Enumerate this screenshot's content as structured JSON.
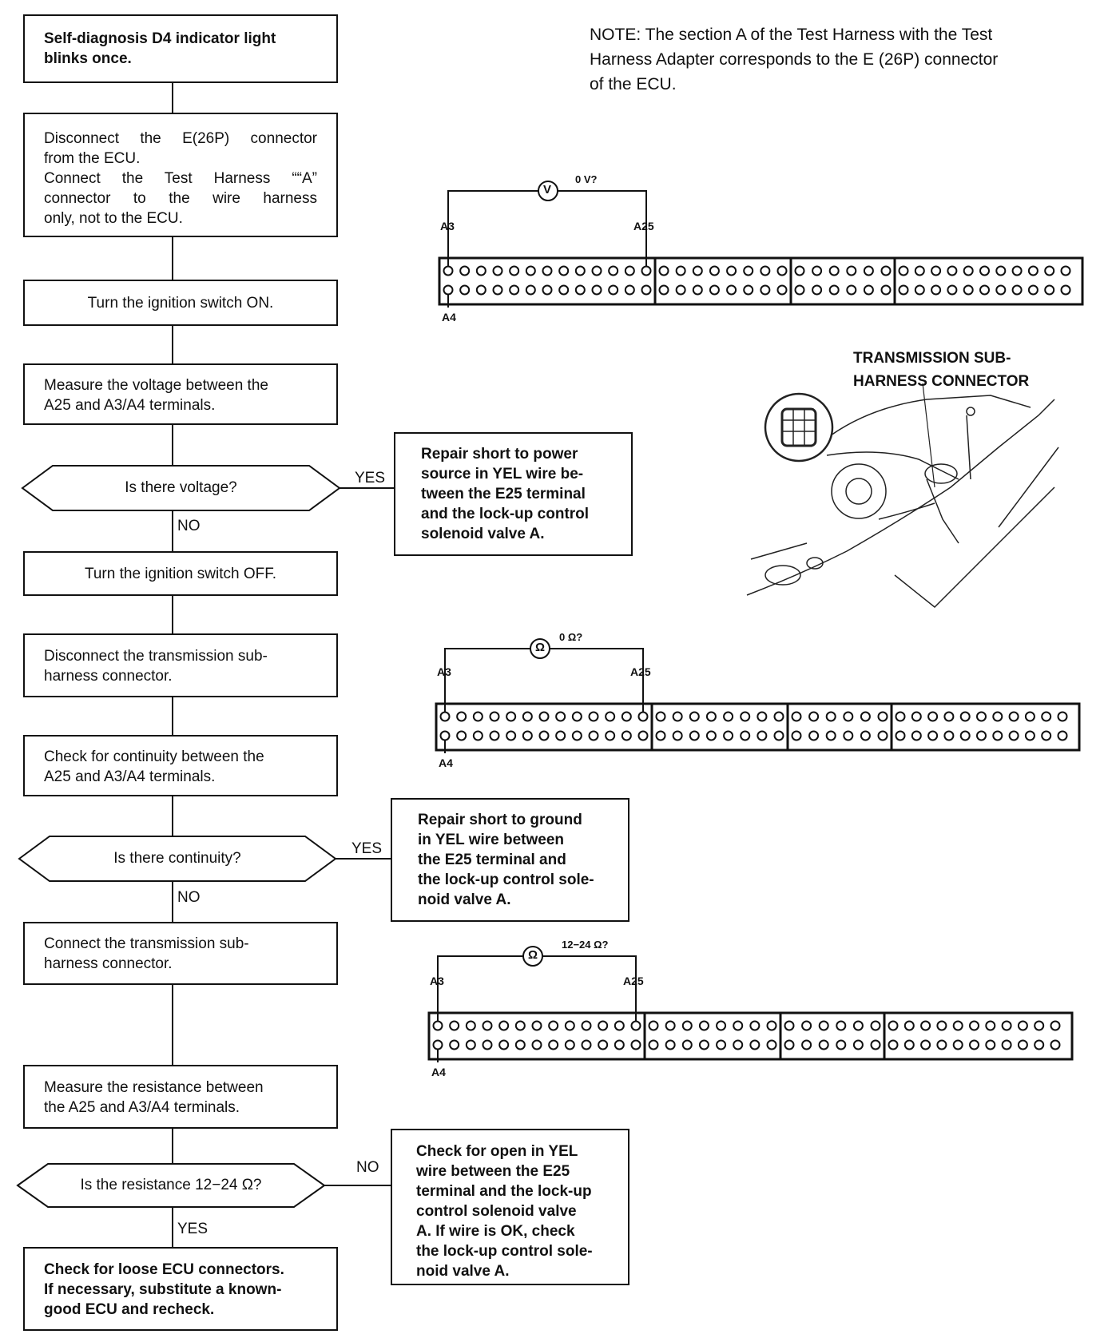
{
  "flow": {
    "start": [
      "Self-diagnosis D4 indicator light",
      "blinks once."
    ],
    "disconnect_ecu": [
      "Disconnect the E(26P) connector",
      "from the ECU.",
      "Connect the Test Harness ““A”",
      "connector to the wire harness",
      "only, not to the ECU."
    ],
    "ign_on": "Turn the ignition switch ON.",
    "measure_voltage": [
      "Measure the voltage between the",
      "A25 and A3/A4 terminals."
    ],
    "q_voltage": "Is there voltage?",
    "repair_power": [
      "Repair short to power",
      "source in YEL wire be-",
      "tween the E25 terminal",
      "and the lock-up control",
      "solenoid valve A."
    ],
    "ign_off": "Turn the ignition switch OFF.",
    "disconnect_sub": [
      "Disconnect the transmission sub-",
      "harness connector."
    ],
    "check_cont": [
      "Check for continuity between the",
      "A25 and A3/A4 terminals."
    ],
    "q_cont": "Is there continuity?",
    "repair_ground": [
      "Repair short to ground",
      "in YEL wire between",
      "the E25 terminal and",
      "the lock-up control sole-",
      "noid valve A."
    ],
    "connect_sub": [
      "Connect the transmission sub-",
      "harness connector."
    ],
    "measure_res": [
      "Measure the resistance between",
      "the A25 and A3/A4 terminals."
    ],
    "q_res": "Is the resistance 12−24 Ω?",
    "check_open": [
      "Check for open in YEL",
      "wire between the E25",
      "terminal and the lock-up",
      "control solenoid valve",
      "A. If wire is OK, check",
      "the lock-up control sole-",
      "noid valve A."
    ],
    "final": [
      "Check for loose ECU connectors.",
      "If necessary, substitute a known-",
      "good ECU and recheck."
    ],
    "yes": "YES",
    "no": "NO"
  },
  "note": [
    "NOTE:  The section A of the Test Harness with the Test",
    "Harness Adapter corresponds to the E (26P) connector",
    "of the ECU."
  ],
  "connector_title": [
    "TRANSMISSION SUB-",
    "HARNESS CONNECTOR"
  ],
  "diagrams": [
    {
      "meter": "V",
      "reading": "0 V?",
      "a3": "A3",
      "a25": "A25",
      "a4": "A4"
    },
    {
      "meter": "Ω",
      "reading": "0 Ω?",
      "a3": "A3",
      "a25": "A25",
      "a4": "A4"
    },
    {
      "meter": "Ω",
      "reading": "12−24 Ω?",
      "a3": "A3",
      "a25": "A25",
      "a4": "A4"
    }
  ]
}
